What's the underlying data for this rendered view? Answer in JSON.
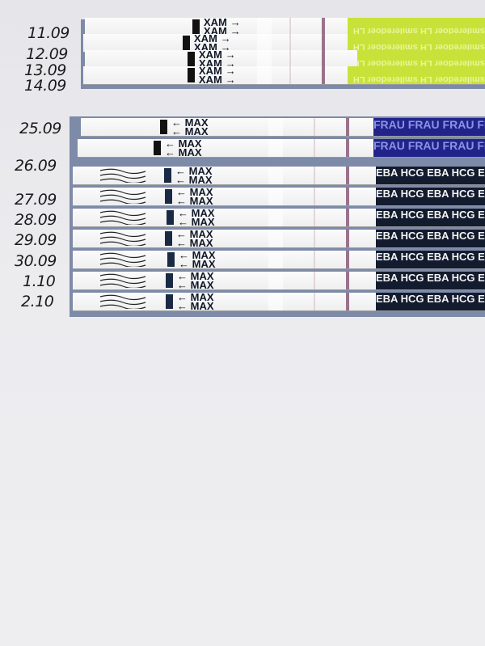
{
  "group_lh": {
    "dates": [
      "11.09",
      "12.09",
      "13.09",
      "14.09"
    ],
    "strip_marker": "MAX",
    "handle_text": "smileredoer LH",
    "colors": {
      "handle": "#c9e23a",
      "control_line": "#8a5a78"
    }
  },
  "group_frau": {
    "dates": [
      "25.09",
      "26.09"
    ],
    "strip_marker": "MAX",
    "handle_text": "FRAU FRAU FRAU",
    "colors": {
      "handle": "#22238a"
    }
  },
  "group_hcg": {
    "dates": [
      "27.09",
      "28.09",
      "29.09",
      "30.09",
      "1.10",
      "2.10"
    ],
    "strip_marker": "MAX",
    "handle_text": "EBA HCG EBA HCG",
    "colors": {
      "handle": "#131b2e"
    }
  }
}
